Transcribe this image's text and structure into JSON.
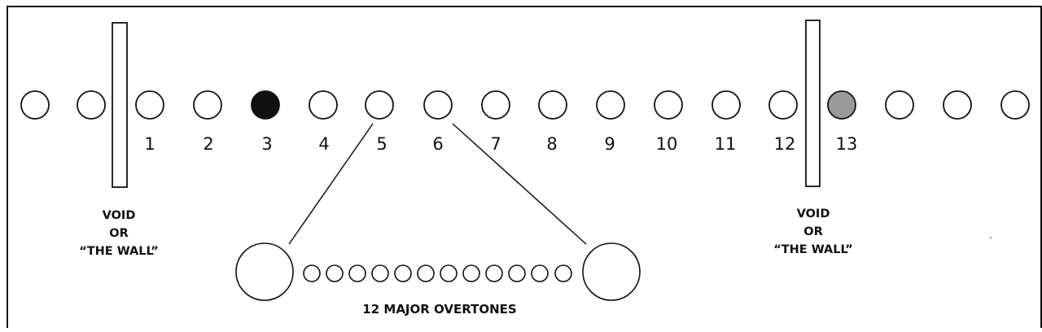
{
  "number_labels": [
    "1",
    "2",
    "3",
    "4",
    "5",
    "6",
    "7",
    "8",
    "9",
    "10",
    "11",
    "12",
    "13"
  ],
  "left_wall_label": [
    "VOID",
    "OR",
    "“THE WALL”"
  ],
  "right_wall_label": [
    "VOID",
    "OR",
    "“THE WALL”"
  ],
  "overtones_caption": "12 MAJOR OVERTONES",
  "highlight": {
    "filled_number": "3",
    "shaded_number": "13"
  },
  "colors": {
    "filled": "#111111",
    "shaded": "#9a9a9a",
    "stroke": "#111111"
  }
}
